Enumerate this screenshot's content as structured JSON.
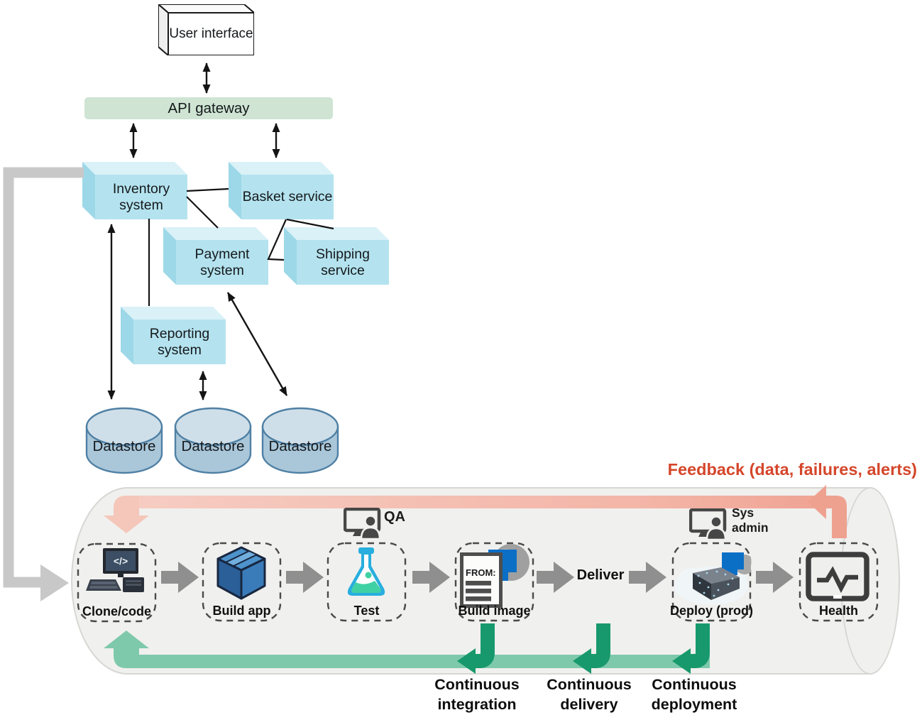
{
  "diagram": {
    "user_interface_label": "User interface",
    "api_gateway_label": "API gateway",
    "services": [
      {
        "label": "Inventory system"
      },
      {
        "label": "Basket service"
      },
      {
        "label": "Payment system"
      },
      {
        "label": "Shipping service"
      },
      {
        "label": "Reporting system"
      }
    ],
    "datastores": [
      "Datastore",
      "Datastore",
      "Datastore"
    ]
  },
  "pipeline": {
    "feedback_label": "Feedback (data, failures, alerts)",
    "stages": [
      {
        "label": "Clone/code",
        "icon": "computer-icon"
      },
      {
        "label": "Build app",
        "icon": "package-icon"
      },
      {
        "label": "Test",
        "icon": "flask-icon"
      },
      {
        "label": "Build image",
        "icon": "dockerfile-icon"
      },
      {
        "label": "Deploy (prod)",
        "icon": "deploy-crate-icon"
      },
      {
        "label": "Health",
        "icon": "health-monitor-icon"
      }
    ],
    "deliver_label": "Deliver",
    "qa_label": "QA",
    "sysadmin_label": "Sys admin",
    "clone_screen_text": "</>",
    "dockerfile_text": "FROM:",
    "loop_labels": [
      "Continuous integration",
      "Continuous delivery",
      "Continuous deployment"
    ]
  },
  "colors": {
    "service_box_face": "#b4e3ef",
    "service_box_top": "#d9f1f7",
    "service_box_side": "#9dd8e8",
    "api_gateway_bg": "#cfe4d3",
    "datastore_body": "#aac7da",
    "datastore_top": "#cfdfe9",
    "datastore_border": "#4f80a4",
    "pipeline_bg": "#f0f0ee",
    "feedback_text": "#d5462b",
    "feedback_arrow_light": "#f6ccc2",
    "feedback_arrow_dark": "#efa190",
    "loop_bar_light": "#7ec9ab",
    "loop_elbow_dark": "#18996d",
    "stage_arrow_gray": "#8f8f8f",
    "connector_gray": "#c8c8c8",
    "accent_blue": "#0c6fc6"
  }
}
